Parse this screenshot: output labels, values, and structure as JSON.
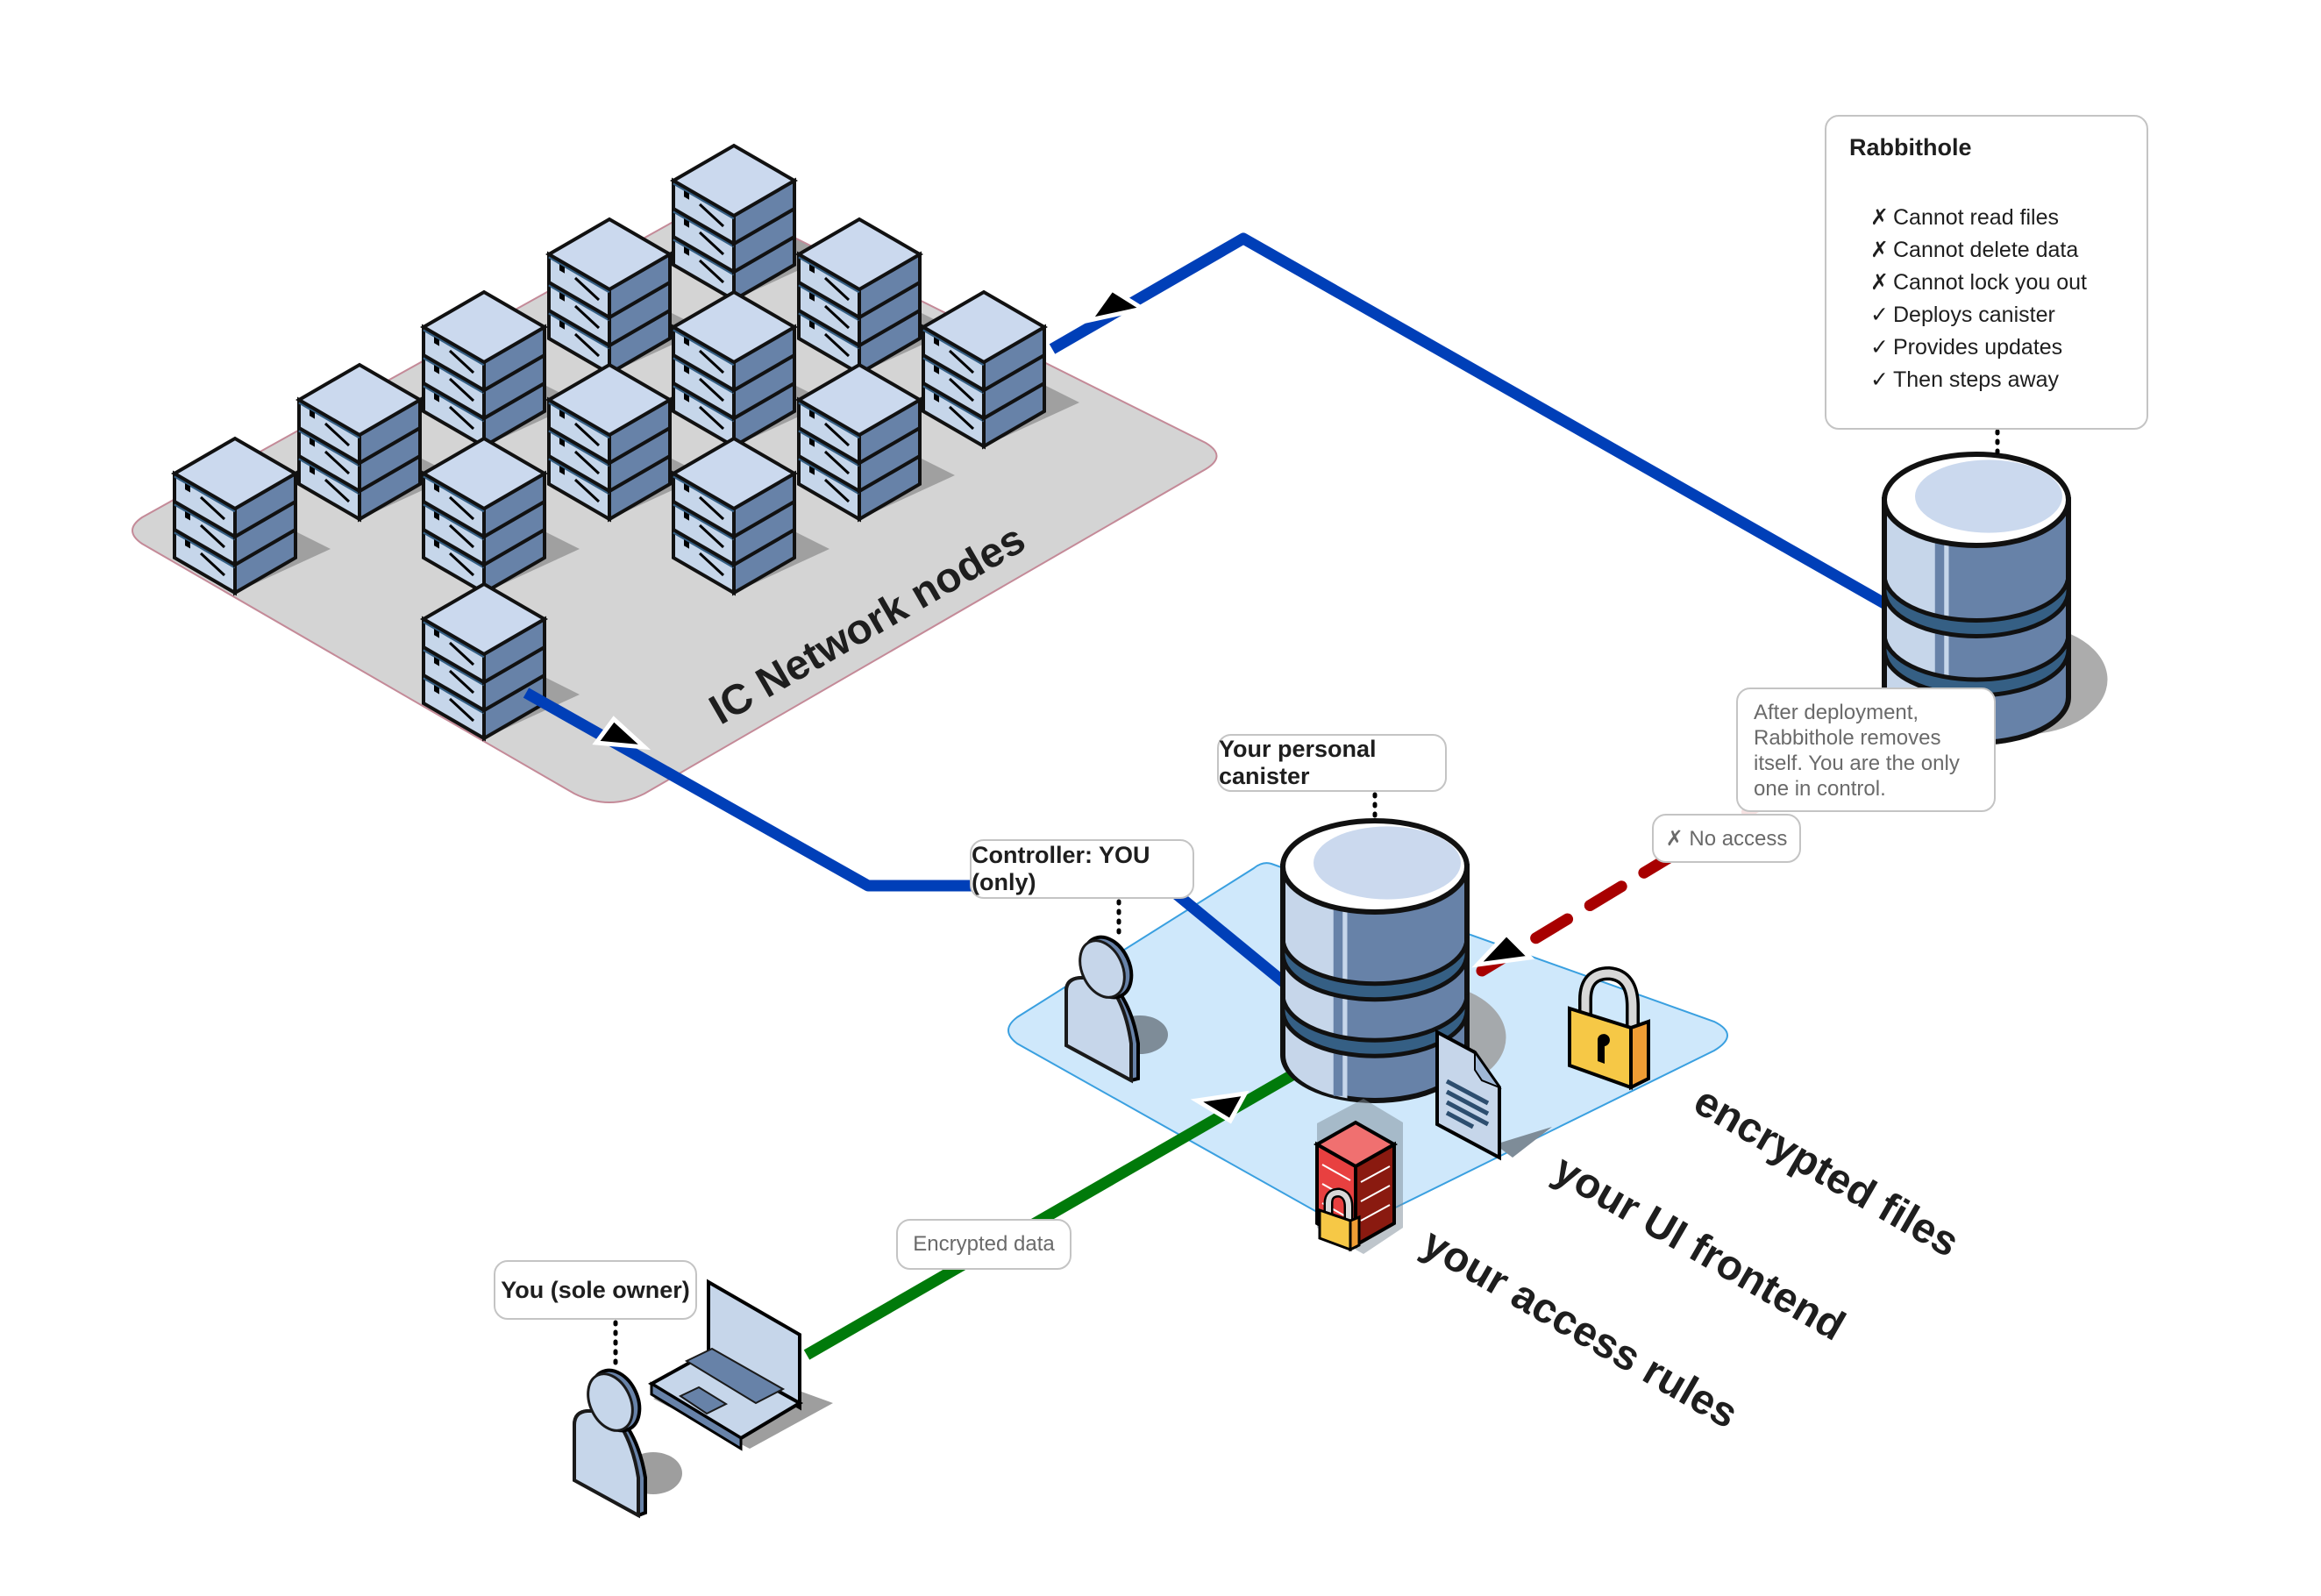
{
  "diagram": {
    "network": {
      "label": "IC Network nodes",
      "node_count": 13,
      "platform_color": "#d4d4d4"
    },
    "rabbithole": {
      "title": "Rabbithole",
      "capabilities": [
        {
          "mark": "✗",
          "text": "Cannot read files",
          "allowed": false
        },
        {
          "mark": "✗",
          "text": "Cannot delete data",
          "allowed": false
        },
        {
          "mark": "✗",
          "text": "Cannot lock you out",
          "allowed": false
        },
        {
          "mark": "✓",
          "text": "Deploys canister",
          "allowed": true
        },
        {
          "mark": "✓",
          "text": "Provides updates",
          "allowed": true
        },
        {
          "mark": "✓",
          "text": "Then steps away",
          "allowed": true
        }
      ],
      "note": "After deployment, Rabbithole removes itself. You are the only one in control."
    },
    "no_access": "✗ No access",
    "canister": {
      "label": "Your personal canister",
      "platform_color": "#cfe8fb",
      "contents": [
        "encrypted files",
        "your UI frontend",
        "your access rules"
      ]
    },
    "controller": {
      "label": "Controller: YOU (only)"
    },
    "owner": {
      "label": "You (sole owner)"
    },
    "encrypted_data": "Encrypted data",
    "colors": {
      "network_link": "#003fb8",
      "data_link": "#007a0a",
      "blocked_link": "#a80000",
      "device_light": "#c6d6ea",
      "device_dark": "#6782a8",
      "device_band": "#355f84"
    }
  }
}
